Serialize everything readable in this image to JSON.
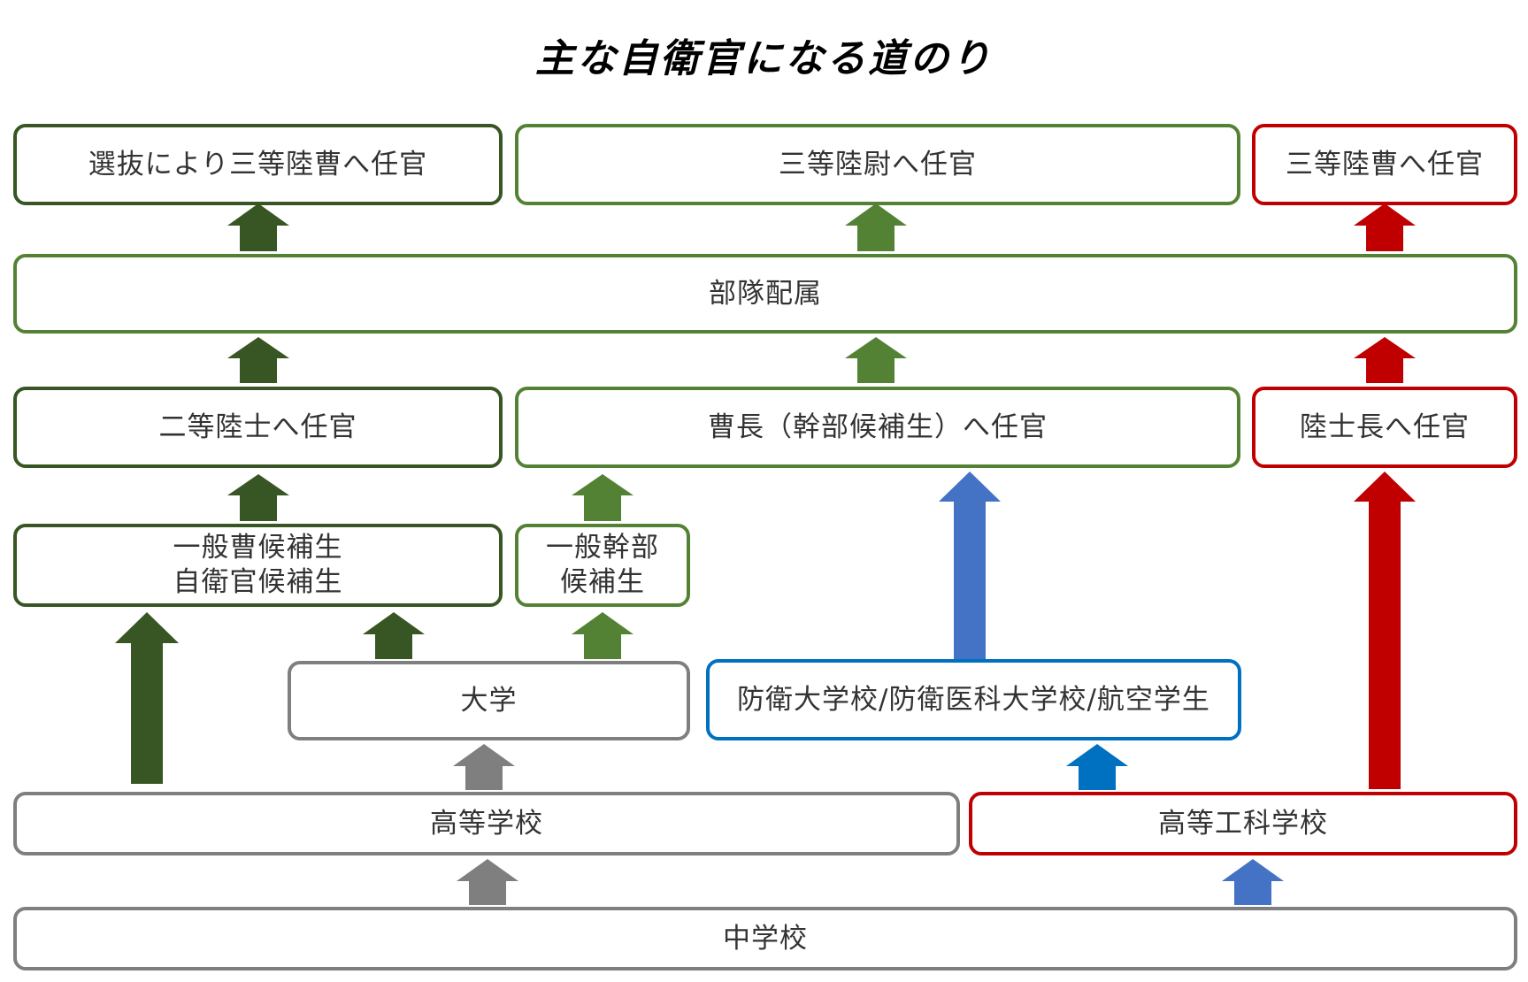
{
  "title": "主な自衛官になる道のり",
  "colors": {
    "dark_green": "#375623",
    "green": "#548235",
    "red": "#c00000",
    "gray": "#7f7f7f",
    "blue": "#0070c0",
    "blue_arrow": "#4472c4"
  },
  "nodes": {
    "promo_by_selection": "選抜により三等陸曹へ任官",
    "third_lieutenant": "三等陸尉へ任官",
    "third_sergeant": "三等陸曹へ任官",
    "unit_assignment": "部隊配属",
    "private_second": "二等陸士へ任官",
    "sergeant_major_candidate": "曹長（幹部候補生）へ任官",
    "leading_private": "陸士長へ任官",
    "candidates_line1": "一般曹候補生",
    "candidates_line2": "自衛官候補生",
    "officer_candidate_line1": "一般幹部",
    "officer_candidate_line2": "候補生",
    "university": "大学",
    "defense_academies": "防衛大学校/防衛医科大学校/航空学生",
    "high_school": "高等学校",
    "technical_high_school": "高等工科学校",
    "junior_high": "中学校"
  }
}
